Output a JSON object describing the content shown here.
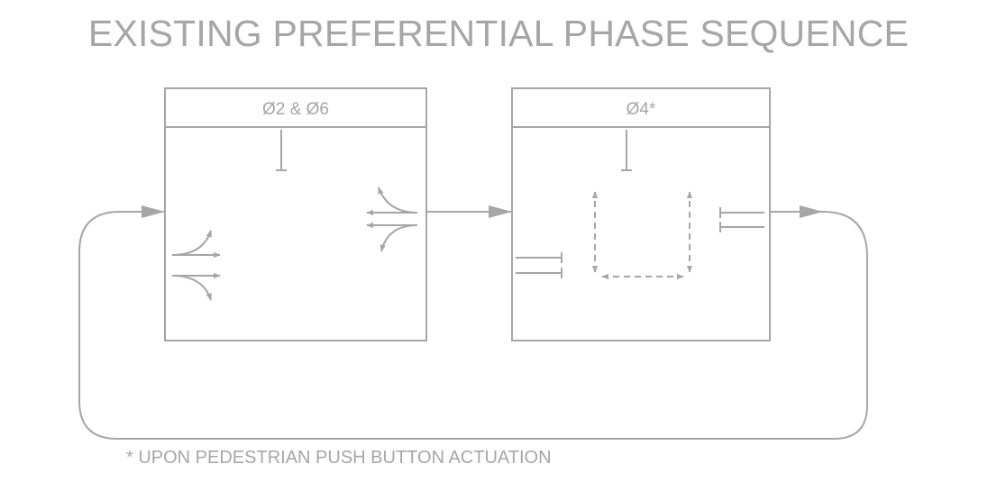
{
  "title": "EXISTING PREFERENTIAL PHASE SEQUENCE",
  "phases": [
    {
      "label": "Ø2 & Ø6"
    },
    {
      "label": "Ø4*"
    }
  ],
  "footnote": "* UPON PEDESTRIAN PUSH BUTTON ACTUATION",
  "colors": {
    "line": "#a6a6a6"
  }
}
